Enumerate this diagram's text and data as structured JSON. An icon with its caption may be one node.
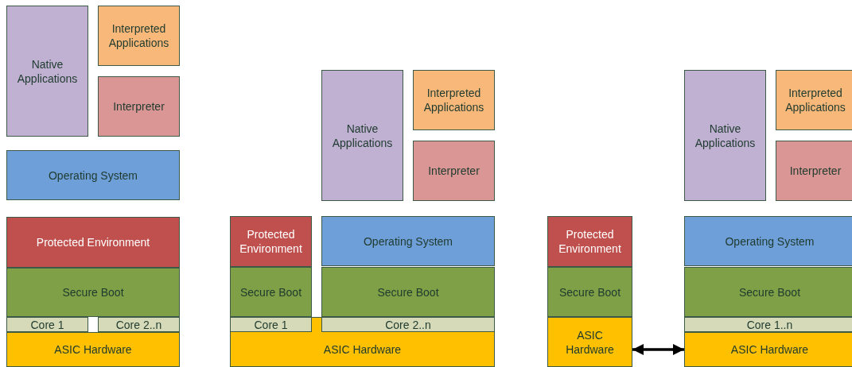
{
  "diagram": {
    "nodes": [
      {
        "text": [
          "Native Applications"
        ]
      },
      {
        "text": [
          "Interpreted Applications"
        ]
      },
      {
        "text": [
          "Interpreter"
        ]
      },
      {
        "text": [
          "Operating System"
        ]
      },
      {
        "text": [
          "Protected Environment"
        ]
      },
      {
        "text": [
          "Secure Boot"
        ]
      },
      {
        "text": [
          "Core 1"
        ]
      },
      {
        "text": [
          "Core 2..n"
        ]
      },
      {
        "text": [
          "ASIC Hardware"
        ]
      },
      {
        "text": [
          "Native Applications"
        ]
      },
      {
        "text": [
          "Interpreted Applications"
        ]
      },
      {
        "text": [
          "Interpreter"
        ]
      },
      {
        "text": [
          "Protected Environment"
        ]
      },
      {
        "text": [
          "Operating System"
        ]
      },
      {
        "text": [
          "Secure Boot"
        ]
      },
      {
        "text": [
          "Secure Boot"
        ]
      },
      {
        "text": [
          "Core 1"
        ],
        "in": 18
      },
      {
        "text": [
          "Core 2..n"
        ],
        "in": 18
      },
      {
        "text": [
          "ASIC Hardware"
        ]
      },
      {
        "text": [
          "Native Applications"
        ]
      },
      {
        "text": [
          "Interpreted Applications"
        ]
      },
      {
        "text": [
          "Interpreter"
        ]
      },
      {
        "text": [
          "Protected Environment"
        ]
      },
      {
        "text": [
          "Operating System"
        ]
      },
      {
        "text": [
          "Secure Boot"
        ]
      },
      {
        "text": [
          "Secure Boot"
        ]
      },
      {
        "text": [
          "ASIC Hardware"
        ]
      },
      {
        "text": [
          "Core 1..n"
        ]
      },
      {
        "text": [
          "ASIC Hardware"
        ]
      }
    ],
    "edges": [
      {
        "from": 26,
        "to": 28,
        "arrow": "both"
      }
    ]
  }
}
